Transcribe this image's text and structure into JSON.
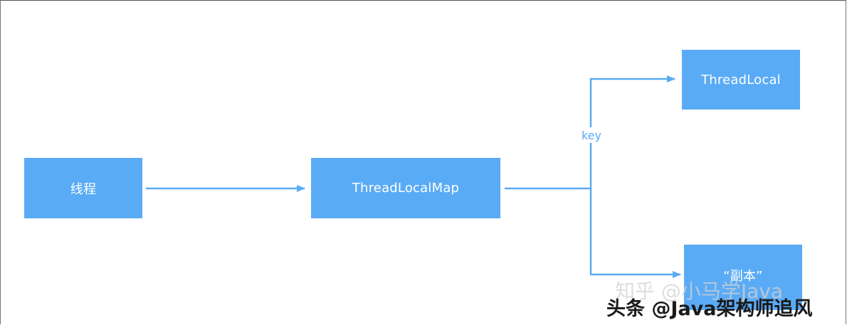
{
  "nodes": {
    "thread": "线程",
    "map": "ThreadLocalMap",
    "thread_local": "ThreadLocal",
    "value": "“副本”"
  },
  "edges": {
    "key_label": "key"
  },
  "colors": {
    "node_fill": "#5aabf5",
    "line": "#5aabf5",
    "text_on_node": "#ffffff"
  },
  "watermarks": {
    "back": "知乎 @小马学Java",
    "front": "头条 @Java架构师追风"
  }
}
